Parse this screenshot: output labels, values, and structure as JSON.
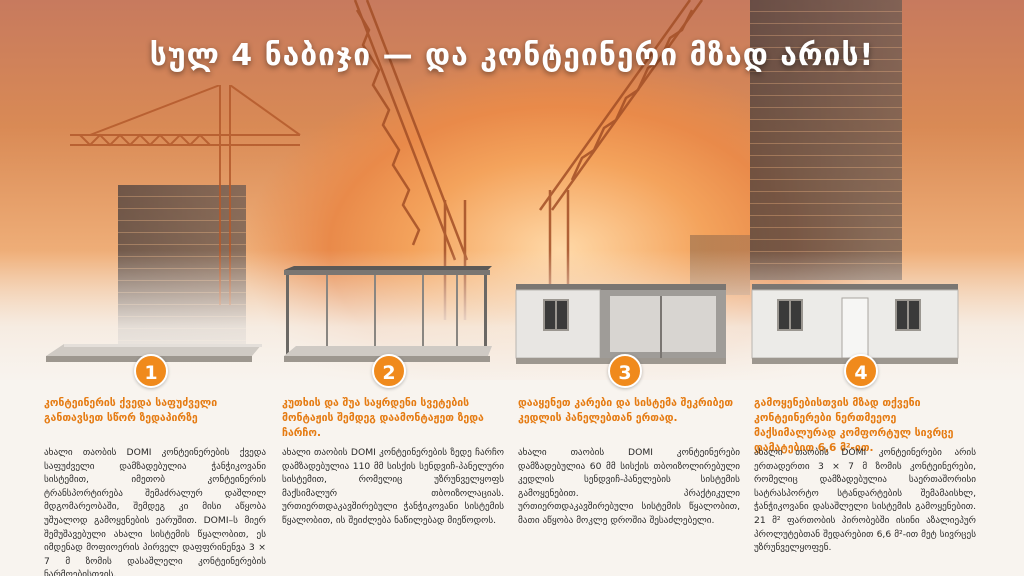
{
  "headline": "სულ 4 ნაბიჯი — და კონტეინერი მზად არის!",
  "colors": {
    "accent": "#f08a1c",
    "title": "#e57b12",
    "text": "#2a2a2a",
    "headline": "#ffffff"
  },
  "steps": [
    {
      "number": "1",
      "title": "კონტეინერის ქვედა საფუძველი განთავსეთ სწორ ზედაპირზე",
      "body": "ახალი თაობის DOMI კონტეინერების ქვედა საფუძველი დამზადებულია ჭანჭიკოვანი სისტემით, იმეთობ კონტეინერის ტრანსპორტირება შემაძრალურ დაშლილ მდგომარეობაში, შემდეგ კი მისი აწყობა უშუალოდ გამოყენების ეარუშით. DOMI–ს მიერ შემუშავებული ახალი სისტემის წყალობით, ეს იმდენად მოფიოერის პირველ დაფფრინენვა 3 × 7 მ ზომის დასაშლელი კონტეინერების ნარმოებისთვის."
    },
    {
      "number": "2",
      "title": "კუთხის და შუა საყრდენი სვეტების მონტაჟის შემდეგ დაამონტაჟეთ ზედა ჩარჩო.",
      "body": "ახალი თაობის DOMI კონტეინერების ზედე ჩარჩო დამზადებულია 110 მმ სისქის სენდვიჩ-პანელური სისტემით, რომელიც უზრუნველყოფს მაქსიმალურ თბოიზოლაციას. ურთიერთდაკავშირებული ჭანჭიკოვანი სისტემის წყალობით, ის შეიძლება ნაწილებად მიეწოდოს."
    },
    {
      "number": "3",
      "title": "დააყენეთ კარები და სისტემა შეკრიბეთ კედლის პანელებთან ერთად.",
      "body": "ახალი თაობის DOMI კონტეინერები დამზადებულია 60 მმ სისქის თბოიზოლირებული კედლის სენდვიჩ-პანელების სისტემის გამოყენებით. პრაქტიკული ურთიერთდაკავშირებული სისტემის წყალობით, მათი აწყობა მოკლე დროშია შესაძლებელი."
    },
    {
      "number": "4",
      "title": "გამოყენებისთვის მზად თქვენი კონტეინერები ნერთმეეოე მაქსიმალურად კომფორტულ სივრცე დამატებით 6,6 მ²-ით.",
      "body": "ახალი თაობის DOMI კონტეინერები არის ერთადერთი 3 × 7 მ ზომის კონტეინერები, რომელიც დამზადებულია საერთაშორისი სატრასპორტო სტანდარტების შემამაისხლ, ჭანჭიკოვანი დასაშლელი სისტემის გამოყენებით. 21 მ² ფართობის პირობებში ისინი აზალიეპურ პროლუტებთან შედარებით 6,6 მ²-ით მეტ სივრცეს უზრუნველყოფენ."
    }
  ]
}
